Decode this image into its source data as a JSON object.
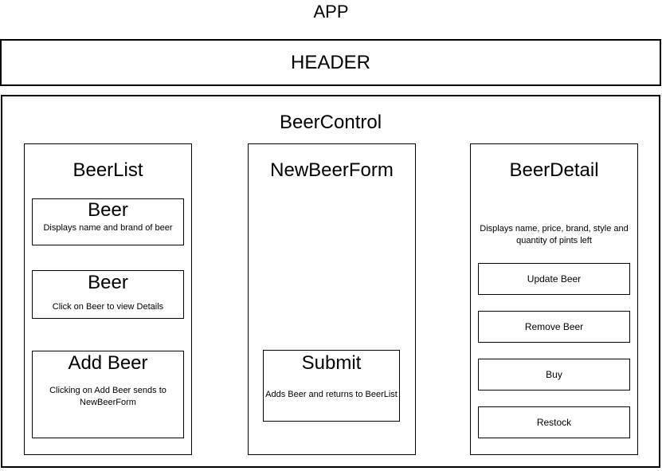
{
  "app": {
    "label": "APP"
  },
  "header": {
    "label": "HEADER"
  },
  "beer_control": {
    "label": "BeerControl",
    "beer_list": {
      "label": "BeerList",
      "items": [
        {
          "label": "Beer",
          "note": "Displays name and brand of beer"
        },
        {
          "label": "Beer",
          "note": "Click on Beer to view Details"
        },
        {
          "label": "Add Beer",
          "note": "Clicking on Add Beer sends to NewBeerForm"
        }
      ]
    },
    "new_beer_form": {
      "label": "NewBeerForm",
      "submit": {
        "label": "Submit",
        "note": "Adds Beer and returns to BeerList"
      }
    },
    "beer_detail": {
      "label": "BeerDetail",
      "note": "Displays name, price, brand, style and quantity of pints left",
      "buttons": [
        {
          "label": "Update Beer"
        },
        {
          "label": "Remove Beer"
        },
        {
          "label": "Buy"
        },
        {
          "label": "Restock"
        }
      ]
    }
  },
  "colors": {
    "background": "#ffffff",
    "border": "#000000",
    "text": "#000000"
  }
}
